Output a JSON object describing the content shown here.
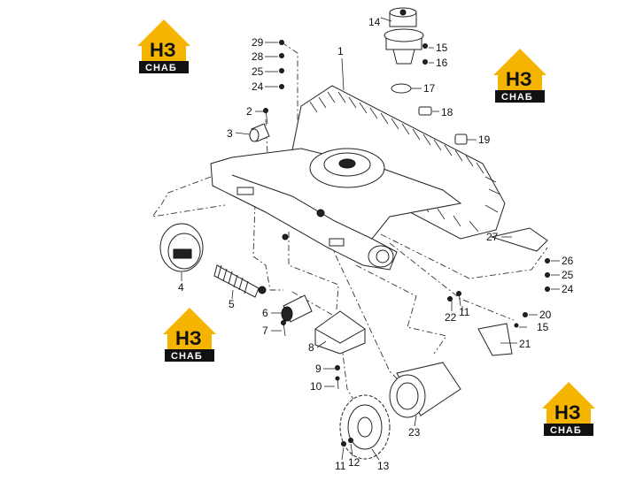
{
  "callouts": [
    {
      "label": "1"
    },
    {
      "label": "2"
    },
    {
      "label": "3"
    },
    {
      "label": "4"
    },
    {
      "label": "5"
    },
    {
      "label": "6"
    },
    {
      "label": "7"
    },
    {
      "label": "8"
    },
    {
      "label": "9"
    },
    {
      "label": "10"
    },
    {
      "label": "11"
    },
    {
      "label": "11"
    },
    {
      "label": "12"
    },
    {
      "label": "13"
    },
    {
      "label": "14"
    },
    {
      "label": "15"
    },
    {
      "label": "15"
    },
    {
      "label": "16"
    },
    {
      "label": "17"
    },
    {
      "label": "18"
    },
    {
      "label": "19"
    },
    {
      "label": "20"
    },
    {
      "label": "21"
    },
    {
      "label": "22"
    },
    {
      "label": "23"
    },
    {
      "label": "24"
    },
    {
      "label": "24"
    },
    {
      "label": "25"
    },
    {
      "label": "25"
    },
    {
      "label": "26"
    },
    {
      "label": "27"
    },
    {
      "label": "28"
    },
    {
      "label": "29"
    }
  ],
  "logo": {
    "mark": "НЗ",
    "sub": "СНАБ",
    "color_main": "#f5b400",
    "color_dark": "#111111"
  }
}
